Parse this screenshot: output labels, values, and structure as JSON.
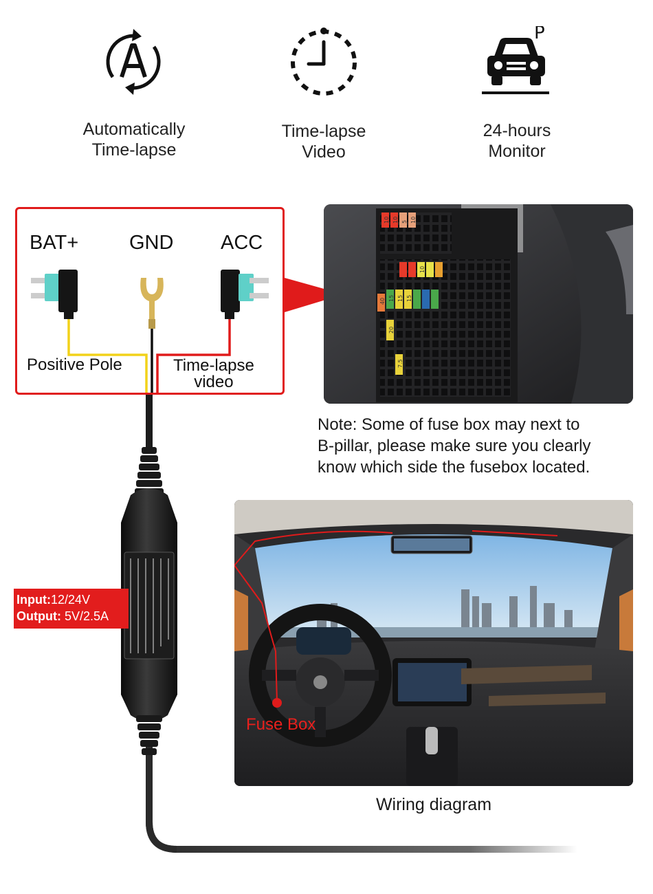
{
  "features": [
    {
      "icon": "auto-a-icon",
      "line1": "Automatically",
      "line2": "Time-lapse"
    },
    {
      "icon": "clock-icon",
      "line1": "Time-lapse",
      "line2": "Video"
    },
    {
      "icon": "parked-car-icon",
      "line1": "24-hours",
      "line2": "Monitor",
      "badge": "P"
    }
  ],
  "wiring": {
    "bat_label": "BAT+",
    "gnd_label": "GND",
    "acc_label": "ACC",
    "positive_label": "Positive Pole",
    "timelapse_line1": "Time-lapse",
    "timelapse_line2": "video"
  },
  "fusebox": {
    "fuse_numbers": [
      "10",
      "10",
      "5",
      "10",
      "10",
      "40",
      "15",
      "15",
      "15",
      "20",
      "7.5"
    ]
  },
  "note": {
    "line1": "Note: Some of fuse box may next to",
    "line2": "B-pillar, please make sure you clearly",
    "line3": "know which side the fusebox located."
  },
  "spec": {
    "input_key": "Input:",
    "input_value": "12/24V",
    "output_key": "Output:",
    "output_value": " 5V/2.5A"
  },
  "interior": {
    "fuse_box_label": "Fuse Box",
    "caption": "Wiring diagram"
  },
  "colors": {
    "accent_red": "#e01b1b",
    "wire_yellow": "#f2d21a",
    "fuse_teal": "#5fd0c8"
  }
}
